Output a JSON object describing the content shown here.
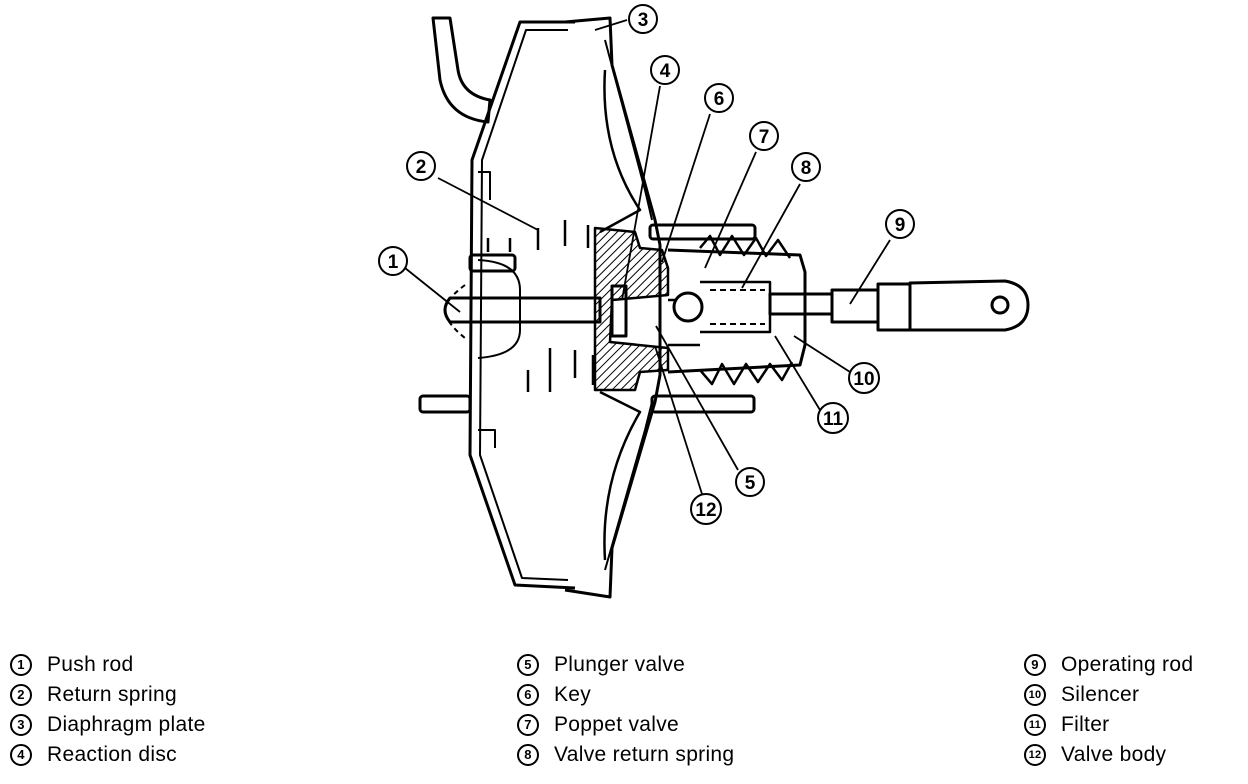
{
  "callouts": [
    {
      "num": "1"
    },
    {
      "num": "2"
    },
    {
      "num": "3"
    },
    {
      "num": "4"
    },
    {
      "num": "5"
    },
    {
      "num": "6"
    },
    {
      "num": "7"
    },
    {
      "num": "8"
    },
    {
      "num": "9"
    },
    {
      "num": "10"
    },
    {
      "num": "11"
    },
    {
      "num": "12"
    }
  ],
  "legend": {
    "col1": [
      {
        "num": "1",
        "label": "Push rod"
      },
      {
        "num": "2",
        "label": "Return spring"
      },
      {
        "num": "3",
        "label": "Diaphragm plate"
      },
      {
        "num": "4",
        "label": "Reaction disc"
      }
    ],
    "col2": [
      {
        "num": "5",
        "label": "Plunger valve"
      },
      {
        "num": "6",
        "label": "Key"
      },
      {
        "num": "7",
        "label": "Poppet valve"
      },
      {
        "num": "8",
        "label": "Valve return spring"
      }
    ],
    "col3": [
      {
        "num": "9",
        "label": "Operating rod"
      },
      {
        "num": "10",
        "label": "Silencer"
      },
      {
        "num": "11",
        "label": "Filter"
      },
      {
        "num": "12",
        "label": "Valve body"
      }
    ]
  }
}
